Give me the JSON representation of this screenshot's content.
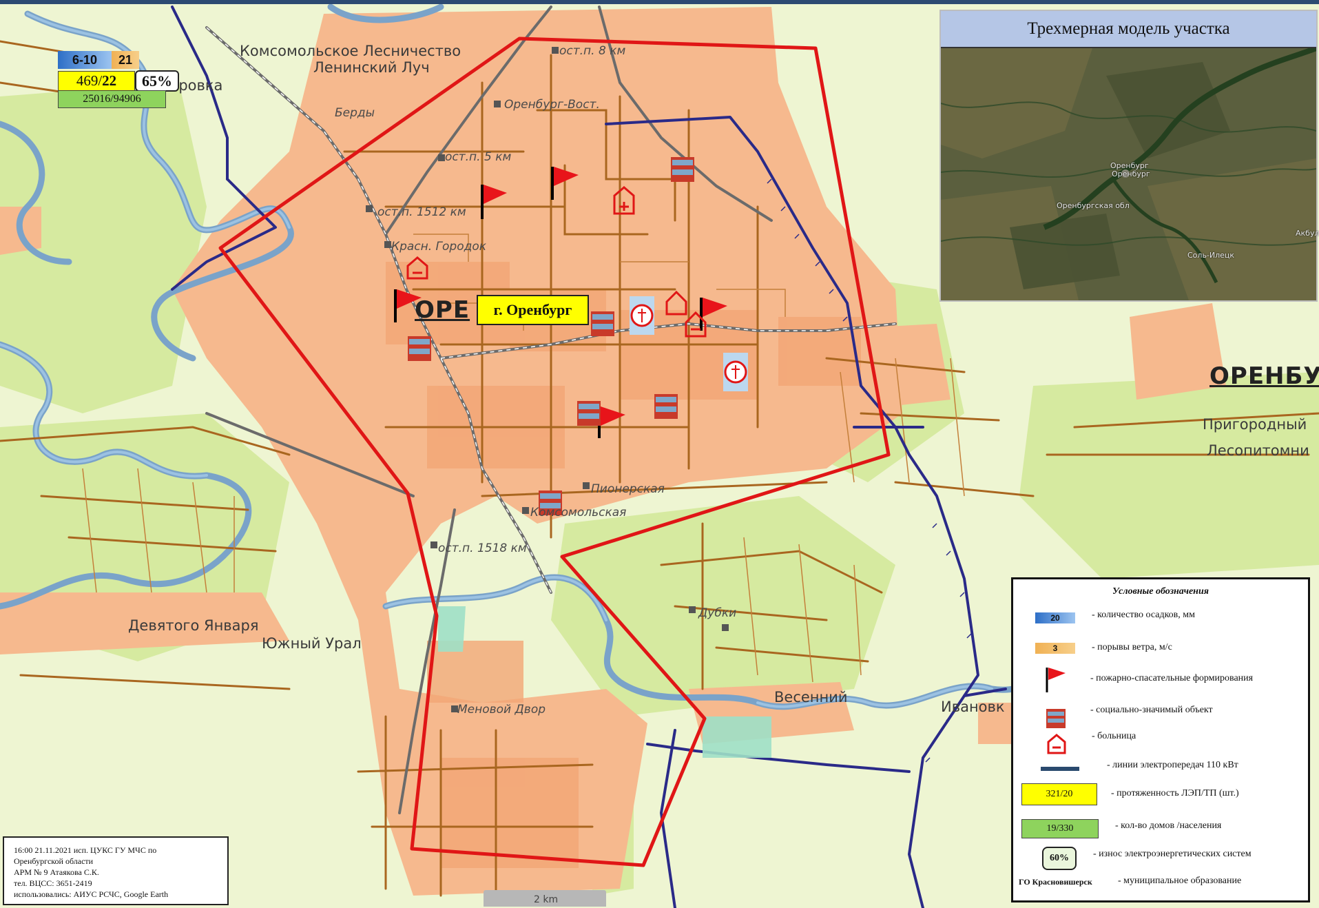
{
  "map": {
    "place_labels": [
      {
        "id": "komsomolskoe",
        "text": "Комсомольское Лесничество"
      },
      {
        "id": "leninsky",
        "text": "Ленинский Луч"
      },
      {
        "id": "pokrovka",
        "text": "Покровка"
      },
      {
        "id": "devyatogo",
        "text": "Девятого Января"
      },
      {
        "id": "yuzhny",
        "text": "Южный Урал"
      },
      {
        "id": "vesenny",
        "text": "Весенний"
      },
      {
        "id": "ivanovka",
        "text": "Ивановк"
      },
      {
        "id": "prigorodny",
        "text": "Пригородный"
      },
      {
        "id": "lesopitomnik",
        "text": "Лесопитомни"
      },
      {
        "id": "ore",
        "text": "ОРЕ"
      },
      {
        "id": "orenbu",
        "text": "ОРЕНБУ"
      }
    ],
    "stop_labels": [
      {
        "id": "km8",
        "text": "ост.п. 8 км"
      },
      {
        "id": "vost",
        "text": "Оренбург-Вост."
      },
      {
        "id": "berdy",
        "text": "Берды"
      },
      {
        "id": "km5",
        "text": "ост.п. 5 км"
      },
      {
        "id": "km1512",
        "text": "ост.п. 1512 км"
      },
      {
        "id": "krasn",
        "text": "Красн. Городок"
      },
      {
        "id": "pioner",
        "text": "Пионерская"
      },
      {
        "id": "komsom",
        "text": "Комсомольская"
      },
      {
        "id": "km1518",
        "text": "ост.п. 1518 км"
      },
      {
        "id": "dubki",
        "text": "Дубки"
      },
      {
        "id": "menovoy",
        "text": "Меновой Двор"
      }
    ],
    "city_label": "г. Оренбург",
    "scale_label": "2 km"
  },
  "indicators": {
    "precipitation": "6-10",
    "wind_gusts": "21",
    "power_lines": "469/",
    "power_stations": "22",
    "wear": "65%",
    "houses_population": "25016/94906"
  },
  "panel3d": {
    "title": "Трехмерная модель участка",
    "sat_labels": [
      "Оренбург",
      "Оренбург",
      "Оренбургская обл",
      "Акбул",
      "Соль-Илецк"
    ]
  },
  "legend": {
    "title": "Условные обозначения",
    "items": [
      {
        "id": "precip",
        "sample": "20",
        "text": "- количество осадков, мм"
      },
      {
        "id": "wind",
        "sample": "3",
        "text": "- порывы ветра, м/с"
      },
      {
        "id": "fire",
        "text": "- пожарно-спасательные формирования"
      },
      {
        "id": "social",
        "text": "- социально-значимый объект"
      },
      {
        "id": "hospital",
        "text": "- больница"
      },
      {
        "id": "powerline",
        "text": "- линии электропередач 110 кВт"
      },
      {
        "id": "length",
        "sample": "321/20",
        "text": "- протяженность ЛЭП/ТП (шт.)"
      },
      {
        "id": "houses",
        "sample": "19/330",
        "text": "- кол-во домов /населения"
      },
      {
        "id": "wear",
        "sample": "60%",
        "text": "- износ электроэнергетических систем"
      },
      {
        "id": "municipal",
        "sample": "ГО Красновишерск",
        "text": "- муниципальное образование"
      }
    ]
  },
  "infobox": {
    "lines": [
      "16:00 21.11.2021 исп. ЦУКС ГУ МЧС по",
      "Оренбургской области",
      "АРМ № 9 Атаякова С.К.",
      "тел. ВЦСС: 3651-2419",
      "использовались: АИУС РСЧС, Google Earth"
    ]
  },
  "colors": {
    "urban": "#f6b98e",
    "green": "#dfeea6",
    "road": "#a9661f",
    "power": "#2a2a88",
    "boundary": "#e01616",
    "water": "#7aa3c9"
  }
}
